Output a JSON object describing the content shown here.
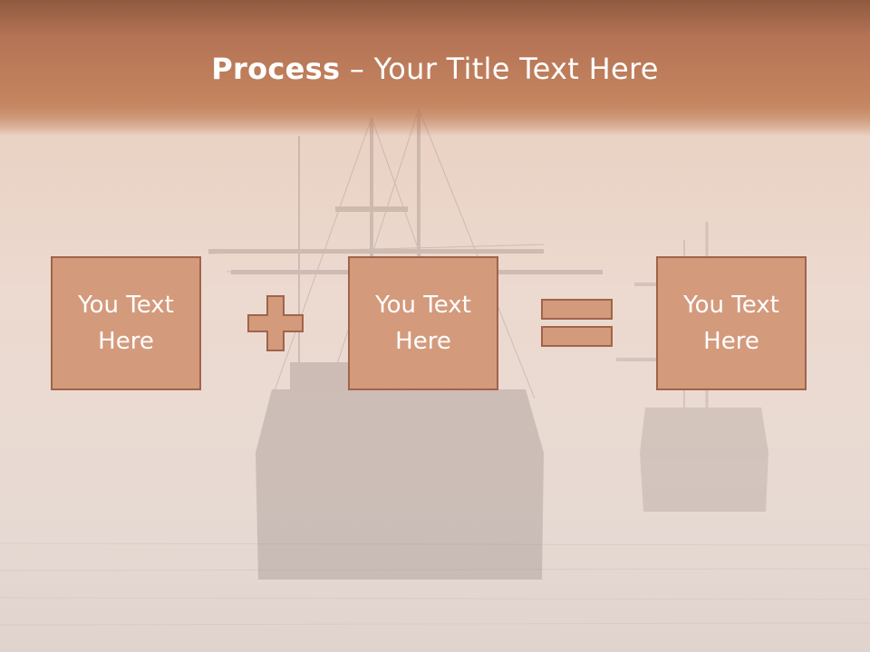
{
  "slide": {
    "title_bold": "Process",
    "title_sep": "–",
    "title_rest": "Your Title Text Here",
    "boxes": [
      {
        "label": "You Text\nHere"
      },
      {
        "label": "You Text\nHere"
      },
      {
        "label": "You Text\nHere"
      }
    ],
    "operators": [
      "plus-icon",
      "equals-icon"
    ]
  },
  "colors": {
    "title_band": "#b47355",
    "box_fill": "#d49a7c",
    "box_border": "#a0644a",
    "text": "#ffffff"
  }
}
